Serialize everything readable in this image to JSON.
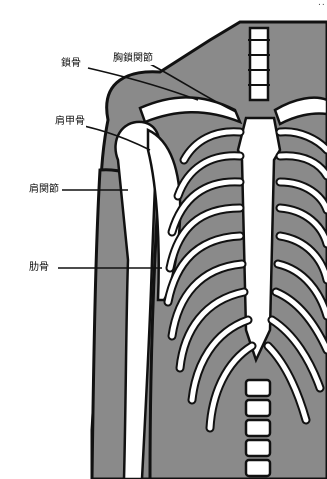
{
  "page_mark": "..",
  "labels": {
    "clavicle": "鎖骨",
    "sternoclavicular_joint": "胸鎖関節",
    "scapula": "肩甲骨",
    "shoulder_joint": "肩関節",
    "ribs": "肋骨"
  },
  "colors": {
    "background": "#ffffff",
    "body_fill": "#8a8a8a",
    "outline": "#111111",
    "bone": "#ffffff"
  }
}
